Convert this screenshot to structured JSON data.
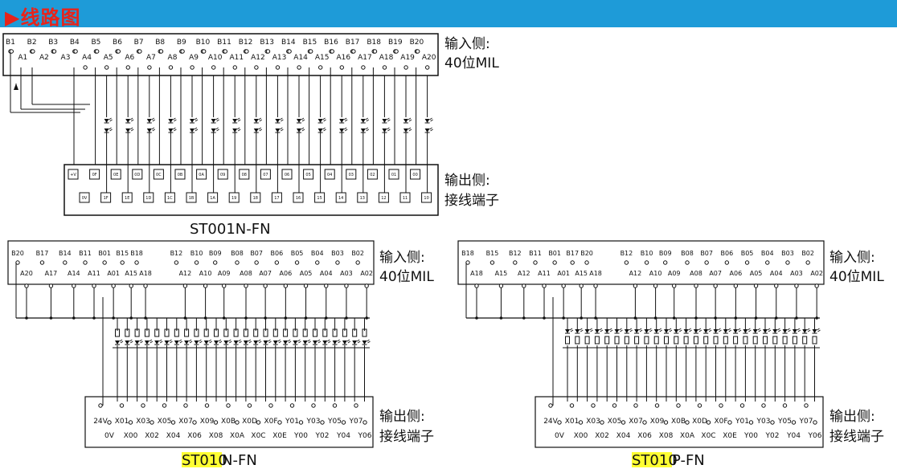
{
  "header": {
    "title": "▶线路图"
  },
  "st001n": {
    "model": "ST001N-FN",
    "input_side": "输入侧:",
    "input_connector": "40位MIL",
    "output_side": "输出侧:",
    "output_terminal": "接线端子",
    "b_pins": [
      "B1",
      "B2",
      "B3",
      "B4",
      "B5",
      "B6",
      "B7",
      "B8",
      "B9",
      "B10",
      "B11",
      "B12",
      "B13",
      "B14",
      "B15",
      "B16",
      "B17",
      "B18",
      "B19",
      "B20"
    ],
    "a_pins": [
      "A1",
      "A2",
      "A3",
      "A4",
      "A5",
      "A6",
      "A7",
      "A8",
      "A9",
      "A10",
      "A11",
      "A12",
      "A13",
      "A14",
      "A15",
      "A16",
      "A17",
      "A18",
      "A19",
      "A20"
    ],
    "top_terminals": [
      "+V",
      "0F",
      "0E",
      "0D",
      "0C",
      "0B",
      "0A",
      "09",
      "08",
      "07",
      "06",
      "05",
      "04",
      "03",
      "02",
      "01",
      "00"
    ],
    "bottom_terminals": [
      "0V",
      "1F",
      "1E",
      "1D",
      "1C",
      "1B",
      "1A",
      "19",
      "18",
      "17",
      "16",
      "15",
      "14",
      "13",
      "12",
      "11",
      "10"
    ]
  },
  "st010n": {
    "model_highlight": "ST010",
    "model_suffix": "N-FN",
    "input_side": "输入侧:",
    "input_connector": "40位MIL",
    "output_side": "输出侧:",
    "output_terminal": "接线端子",
    "b_pins": [
      "B20",
      "B17",
      "B14",
      "B11",
      "B01",
      "B15",
      "B18",
      "B12",
      "B10",
      "B09",
      "B08",
      "B07",
      "B06",
      "B05",
      "B04",
      "B03",
      "B02"
    ],
    "a_pins": [
      "A20",
      "A17",
      "A14",
      "A11",
      "A01",
      "A15",
      "A18",
      "A12",
      "A10",
      "A09",
      "A08",
      "A07",
      "A06",
      "A05",
      "A04",
      "A03",
      "A02"
    ],
    "top_terminals": [
      "24V",
      "X01",
      "X03",
      "X05",
      "X07",
      "X09",
      "X0B",
      "X0D",
      "X0F",
      "Y01",
      "Y03",
      "Y05",
      "Y07"
    ],
    "bottom_terminals": [
      "0V",
      "X00",
      "X02",
      "X04",
      "X06",
      "X08",
      "X0A",
      "X0C",
      "X0E",
      "Y00",
      "Y02",
      "Y04",
      "Y06"
    ]
  },
  "st010p": {
    "model_highlight": "ST010",
    "model_suffix": "P-FN",
    "input_side": "输入侧:",
    "input_connector": "40位MIL",
    "output_side": "输出侧:",
    "output_terminal": "接线端子",
    "b_pins": [
      "B18",
      "B15",
      "B12",
      "B11",
      "B01",
      "B17",
      "B20",
      "B12",
      "B10",
      "B09",
      "B08",
      "B07",
      "B06",
      "B05",
      "B04",
      "B03",
      "B02"
    ],
    "a_pins": [
      "A18",
      "A15",
      "A12",
      "A11",
      "A01",
      "A15",
      "A18",
      "A12",
      "A10",
      "A09",
      "A08",
      "A07",
      "A06",
      "A05",
      "A04",
      "A03",
      "A02"
    ],
    "top_terminals": [
      "24V",
      "X01",
      "X03",
      "X05",
      "X07",
      "X09",
      "X0B",
      "X0D",
      "X0F",
      "Y01",
      "Y03",
      "Y05",
      "Y07"
    ],
    "bottom_terminals": [
      "0V",
      "X00",
      "X02",
      "X04",
      "X06",
      "X08",
      "X0A",
      "X0C",
      "X0E",
      "Y00",
      "Y02",
      "Y04",
      "Y06"
    ]
  },
  "colors": {
    "header_bg": "#1e9bd8",
    "header_text": "#e8231a",
    "highlight": "#ffff33",
    "line": "#111111"
  }
}
